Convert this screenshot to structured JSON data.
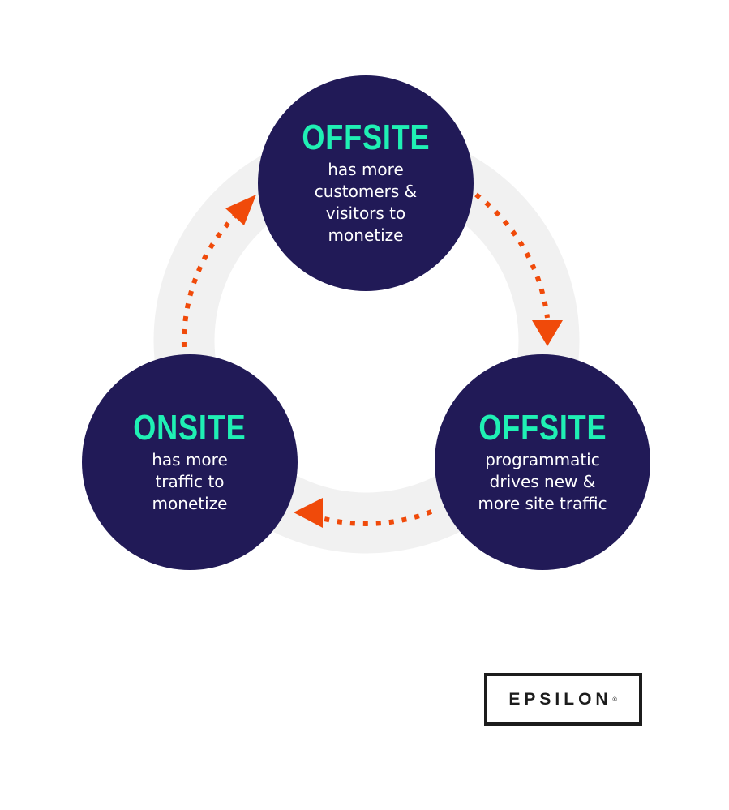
{
  "colors": {
    "navy": "#211a57",
    "accent": "#1ff0b4",
    "arrow": "#f04a0a",
    "ring": "#f1f1f1"
  },
  "nodes": [
    {
      "title": "OFFSITE",
      "text": "has more customers & visitors to monetize"
    },
    {
      "title": "OFFSITE",
      "text": "programmatic drives new & more site traffic"
    },
    {
      "title": "ONSITE",
      "text": "has more traffic to monetize"
    }
  ],
  "logo": {
    "text": "EPSILON",
    "mark": "®"
  }
}
